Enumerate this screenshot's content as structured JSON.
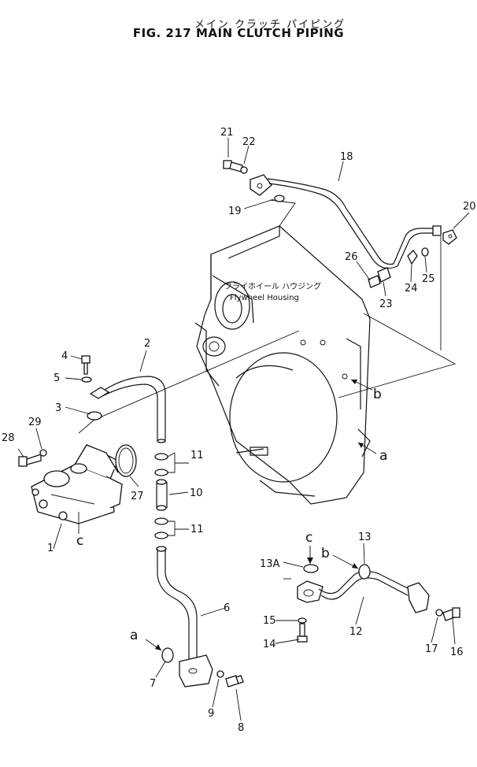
{
  "figure": {
    "title_jp": "メイン クラッチ パイピング",
    "title_en": "FIG. 217  MAIN  CLUTCH  PIPING"
  },
  "housing_label": {
    "jp": "フライホイール ハウジング",
    "en": "Flywheel Housing"
  },
  "callouts": [
    "1",
    "2",
    "3",
    "4",
    "5",
    "6",
    "7",
    "8",
    "9",
    "10",
    "11",
    "11",
    "12",
    "13",
    "13A",
    "14",
    "15",
    "16",
    "17",
    "18",
    "19",
    "20",
    "21",
    "22",
    "23",
    "24",
    "25",
    "26",
    "27",
    "28",
    "29"
  ],
  "connection_flags": [
    "a",
    "a",
    "b",
    "b",
    "c",
    "c"
  ]
}
